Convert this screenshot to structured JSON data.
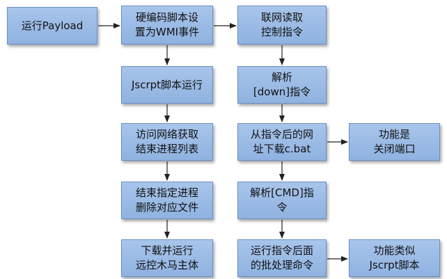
{
  "nodes": {
    "run_payload": "运行Payload",
    "hardcode_wmi": "硬编码脚本设\n置为WMI事件",
    "fetch_commands": "联网读取\n控制指令",
    "jscript_run": "Jscrpt脚本运行",
    "parse_down": "解析\n[down]指令",
    "get_process_list": "访问网络获取\n结束进程列表",
    "download_cbat": "从指令后的网\n址下载c.bat",
    "close_port": "功能是\n关闭端口",
    "kill_process": "结束指定进程\n删除对应文件",
    "parse_cmd": "解析[CMD]指\n令",
    "run_trojan": "下载并运行\n远控木马主体",
    "run_batch": "运行指令后面\n的批处理命令",
    "like_jscript": "功能类似\nJscrpt脚本"
  },
  "colors": {
    "box_fill_top": "#a8c5eb",
    "box_fill_bottom": "#8fb2e0",
    "box_border": "#6b8fc4",
    "arrow": "#222222"
  }
}
